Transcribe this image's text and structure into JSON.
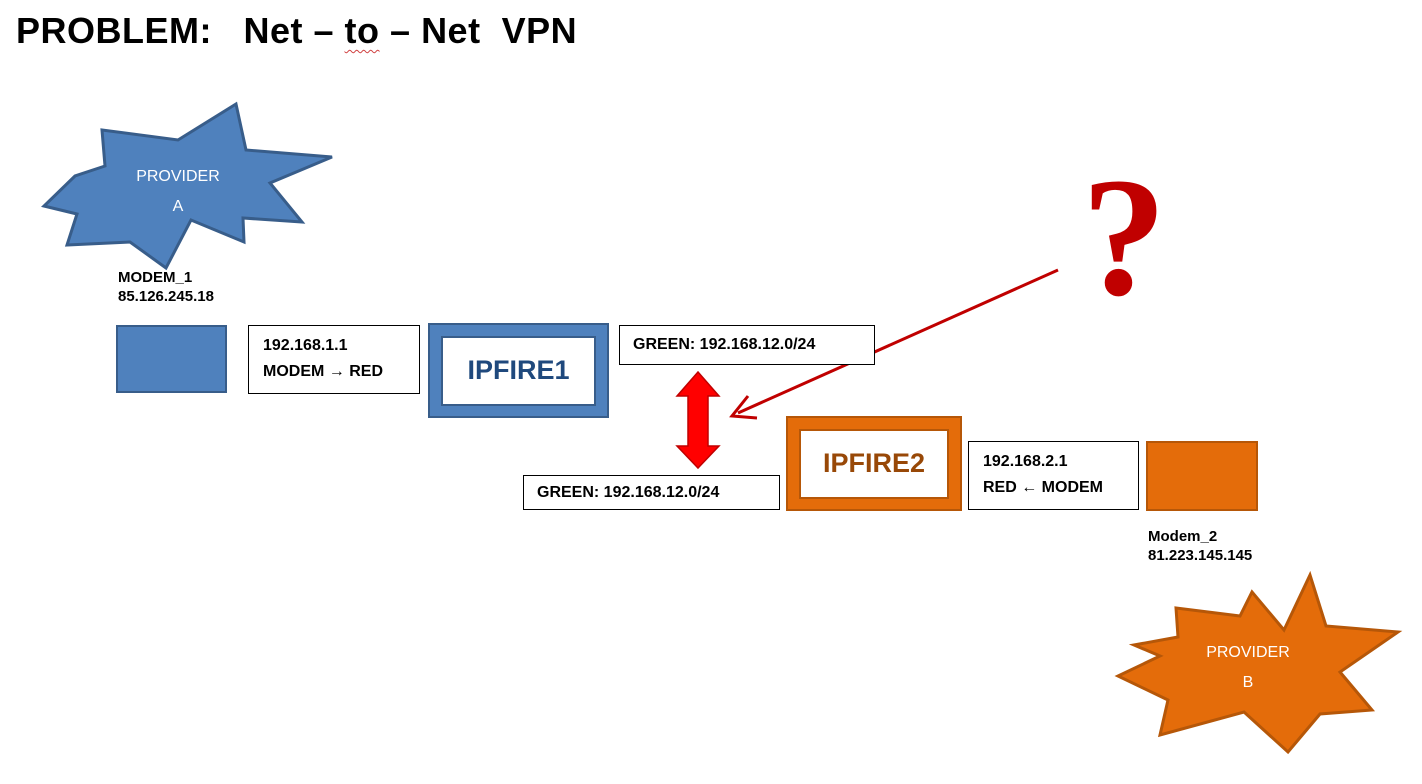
{
  "title": {
    "prefix": "PROBLEM:   ",
    "net1": "Net",
    "dash1": " – ",
    "to": "to",
    "dash2": " – ",
    "net2": "Net",
    "vpn": "  VPN"
  },
  "provider_a": {
    "line1": "PROVIDER",
    "line2": "A",
    "color": "#4f81bd"
  },
  "provider_b": {
    "line1": "PROVIDER",
    "line2": "B",
    "color": "#e46c0a"
  },
  "modem1": {
    "name": "MODEM_1",
    "ip": "85.126.245.18",
    "color": "#4f81bd"
  },
  "modem2": {
    "name": "Modem_2",
    "ip": "81.223.145.145",
    "color": "#e46c0a"
  },
  "ipfire1": {
    "label": "IPFIRE1",
    "color": "#4f81bd",
    "text_color": "#1f497d"
  },
  "ipfire2": {
    "label": "IPFIRE2",
    "color": "#e46c0a",
    "text_color": "#984807"
  },
  "red_box_1": {
    "line1": "192.168.1.1",
    "line2": "MODEM → RED"
  },
  "red_box_2": {
    "line1": "192.168.2.1",
    "line2": "RED ← MODEM"
  },
  "green_box_1": {
    "text": "GREEN: 192.168.12.0/24"
  },
  "green_box_2": {
    "text": "GREEN: 192.168.12.0/24"
  },
  "question": {
    "text": "?",
    "color": "#c00000"
  },
  "colors": {
    "double_arrow": "#ff0000",
    "pointer_arrow": "#c00000"
  }
}
